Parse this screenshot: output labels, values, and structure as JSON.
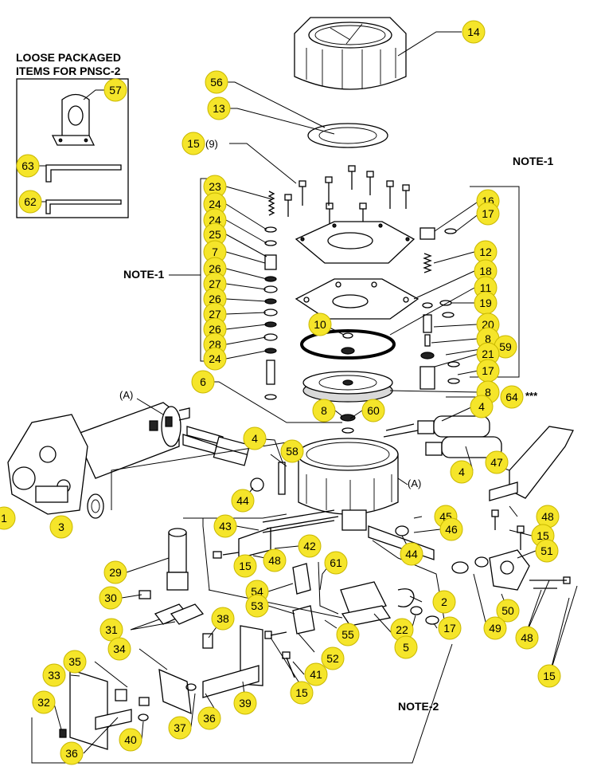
{
  "loose_items": {
    "title_line1": "LOOSE PACKAGED",
    "title_line2": "ITEMS FOR PNSC-2"
  },
  "notes": {
    "note1": "NOTE-1",
    "note2": "NOTE-2"
  },
  "markers": {
    "a": "(A)",
    "triple": "***",
    "paren9": "(9)"
  },
  "callouts": [
    "1",
    "2",
    "3",
    "4",
    "5",
    "6",
    "7",
    "8",
    "10",
    "11",
    "12",
    "13",
    "14",
    "15",
    "16",
    "17",
    "18",
    "19",
    "20",
    "21",
    "22",
    "23",
    "24",
    "25",
    "26",
    "27",
    "28",
    "29",
    "30",
    "31",
    "32",
    "33",
    "34",
    "35",
    "36",
    "37",
    "38",
    "39",
    "40",
    "41",
    "42",
    "43",
    "44",
    "45",
    "46",
    "47",
    "48",
    "49",
    "50",
    "51",
    "52",
    "53",
    "54",
    "55",
    "56",
    "57",
    "58",
    "59",
    "60",
    "61",
    "62",
    "63",
    "64"
  ],
  "colors": {
    "callout_fill": "#f5e52a",
    "line": "#000000"
  }
}
